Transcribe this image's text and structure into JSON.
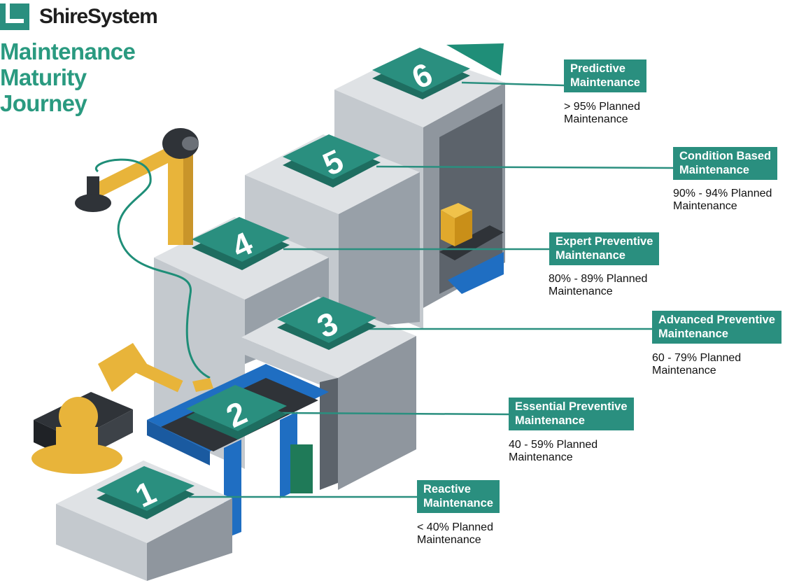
{
  "brand": {
    "name": "ShireSystem",
    "logo_icon": "shiresystem-logo-icon"
  },
  "title": {
    "line1": "Maintenance",
    "line2": "Maturity",
    "line3": "Journey"
  },
  "colors": {
    "teal": "#2a8f7f",
    "tealDark": "#1e6d60",
    "grey": "#b9bec4",
    "greyDark": "#8a9199",
    "yellow": "#e8b43a",
    "blue": "#1f6ec2"
  },
  "steps": [
    {
      "number": "1",
      "label": "Reactive\nMaintenance",
      "detail": "< 40% Planned\nMaintenance"
    },
    {
      "number": "2",
      "label": "Essential Preventive\nMaintenance",
      "detail": "40 - 59% Planned\nMaintenance"
    },
    {
      "number": "3",
      "label": "Advanced Preventive\nMaintenance",
      "detail": "60 - 79% Planned\nMaintenance"
    },
    {
      "number": "4",
      "label": "Expert Preventive\nMaintenance",
      "detail": "80% - 89% Planned\nMaintenance"
    },
    {
      "number": "5",
      "label": "Condition Based\nMaintenance",
      "detail": "90% - 94% Planned\nMaintenance"
    },
    {
      "number": "6",
      "label": "Predictive\nMaintenance",
      "detail": "> 95% Planned\nMaintenance"
    }
  ]
}
